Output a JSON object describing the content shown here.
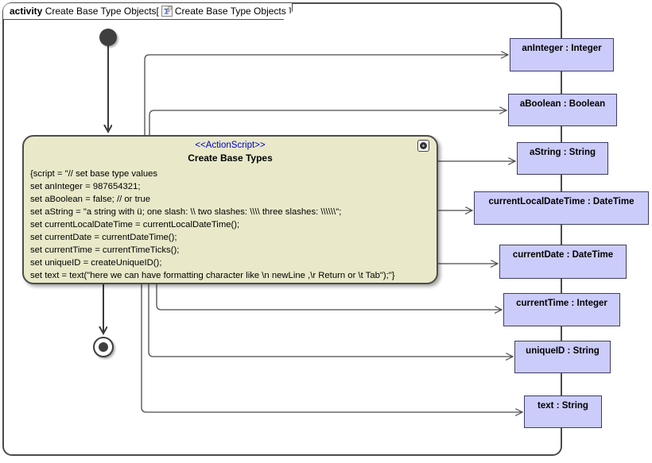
{
  "header": {
    "keyword": "activity",
    "title_segment": " Create Base Type Objects[",
    "diagram_segment": "Create Base Type Objects ]",
    "diagram_icon": "activity-diagram-icon"
  },
  "action": {
    "stereotype": "<<ActionScript>>",
    "name": "Create Base Types",
    "corner_icon": "gear-icon",
    "script_lines": [
      "{script = \"// set base type values",
      "set anInteger = 987654321;",
      "set aBoolean = false; // or true",
      "set aString = \"a string with ü; one slash: \\\\ two slashes: \\\\\\\\ three slashes: \\\\\\\\\\\\\";",
      "set currentLocalDateTime = currentLocalDateTime();",
      "set currentDate = currentDateTime();",
      "set currentTime = currentTimeTicks();",
      "set uniqueID = createUniqueID();",
      "set text = text(\"here we can have formatting character like \\n newLine ,\\r Return or \\t Tab\");\"}"
    ]
  },
  "params": {
    "items": [
      {
        "label": "anInteger : Integer"
      },
      {
        "label": "aBoolean : Boolean"
      },
      {
        "label": "aString : String"
      },
      {
        "label": "currentLocalDateTime : DateTime"
      },
      {
        "label": "currentDate : DateTime"
      },
      {
        "label": "currentTime : Integer"
      },
      {
        "label": "uniqueID : String"
      },
      {
        "label": "text : String"
      }
    ]
  },
  "colors": {
    "action_fill": "#e9e9ca",
    "param_fill": "#ccccfa",
    "param_border": "#3d3d66",
    "stereotype_text": "#0000cc",
    "edge": "#4b4b4b",
    "node": "#3f3f3f"
  }
}
